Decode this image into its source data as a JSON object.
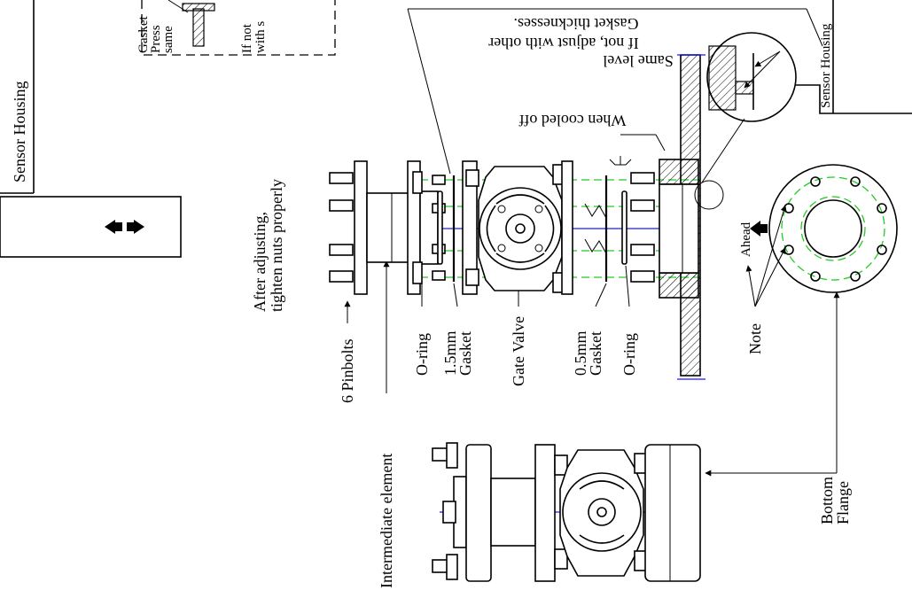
{
  "labels": {
    "sensor_housing_left": "Sensor Housing",
    "inset_gasket": "Gasket",
    "inset_press": "Press",
    "inset_same": "same",
    "inset_ifnot": "If not",
    "inset_with": "with s",
    "after_adjusting_1": "After adjusting,",
    "after_adjusting_2": "tighten nuts properly",
    "pinbolts": "6 Pinbolts",
    "intermediate_element": "Intermediate element",
    "oring_top": "O-ring",
    "gasket_15_a": "1.5mm",
    "gasket_15_b": "Gasket",
    "gate_valve": "Gate Valve",
    "gasket_05_a": "0.5mm",
    "gasket_05_b": "Gasket",
    "oring_bottom": "O-ring",
    "note": "Note",
    "bottom_flange_1": "Bottom",
    "bottom_flange_2": "Flange",
    "ahead": "Ahead",
    "sensor_housing_right": "Sensor Housing",
    "when_cooled": "When cooled off",
    "same_level": "Same level",
    "if_not_adjust": "If not, adjust with other",
    "gasket_thicknesses": "Gasket thicknesses."
  },
  "colors": {
    "centerline": "#1a1aff",
    "hidden_line": "#22cc22",
    "line": "#000000",
    "hatch": "#000000"
  },
  "icons": [
    "direction-arrows-icon",
    "ahead-arrow-icon"
  ]
}
